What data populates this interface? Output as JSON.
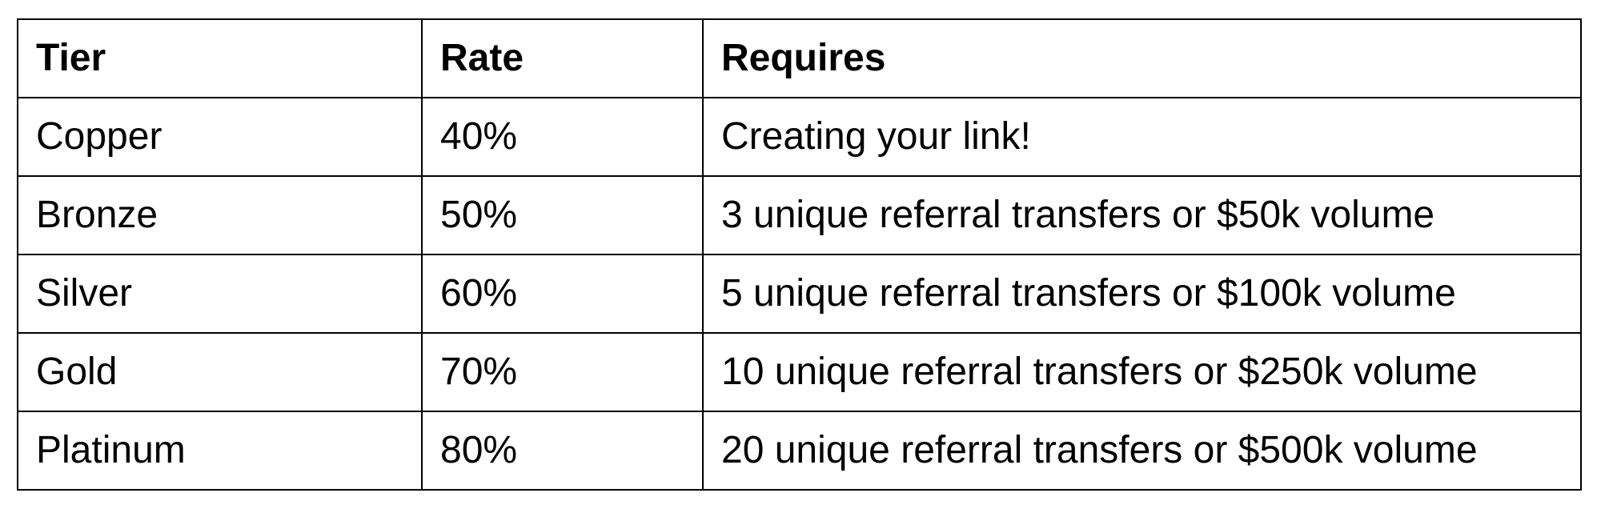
{
  "table": {
    "headers": {
      "tier": "Tier",
      "rate": "Rate",
      "requires": "Requires"
    },
    "rows": [
      {
        "tier": "Copper",
        "rate": "40%",
        "requires": "Creating your link!"
      },
      {
        "tier": "Bronze",
        "rate": "50%",
        "requires": "3 unique referral transfers or $50k volume"
      },
      {
        "tier": "Silver",
        "rate": "60%",
        "requires": "5 unique referral transfers or $100k volume"
      },
      {
        "tier": "Gold",
        "rate": "70%",
        "requires": "10 unique referral transfers or $250k volume"
      },
      {
        "tier": "Platinum",
        "rate": "80%",
        "requires": "20 unique referral transfers or $500k volume"
      }
    ]
  }
}
